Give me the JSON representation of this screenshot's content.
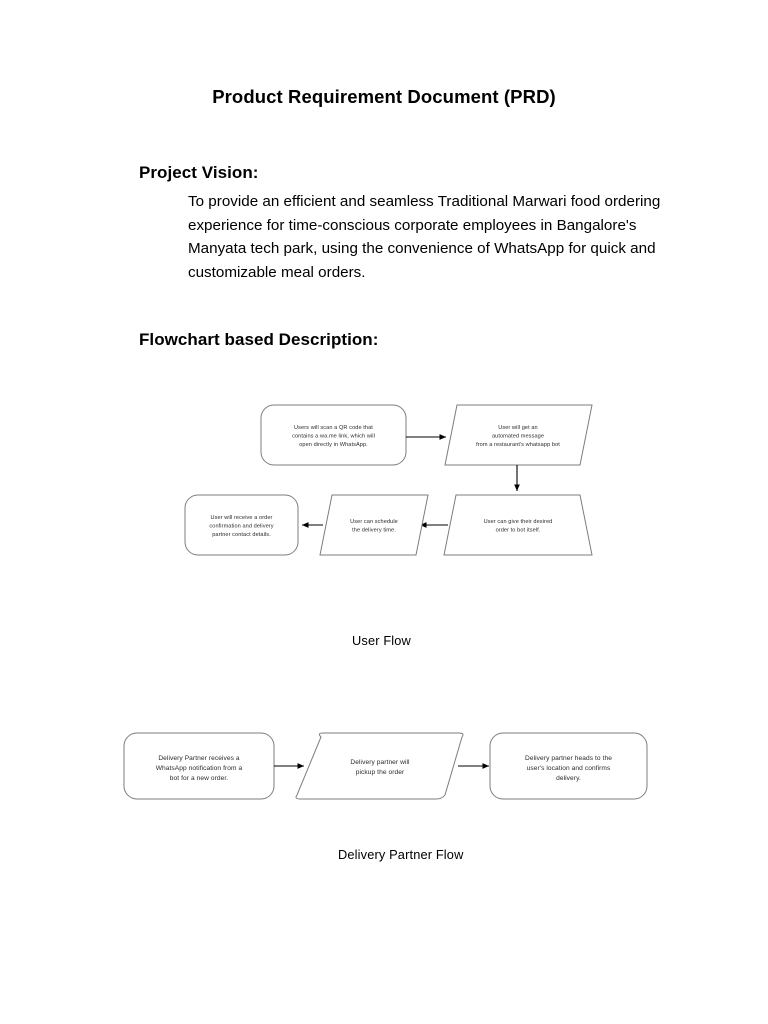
{
  "document": {
    "title": "Product Requirement Document (PRD)",
    "sections": {
      "vision": {
        "heading": "Project Vision:",
        "body": "To provide an efficient and seamless Traditional Marwari food ordering experience for time-conscious corporate employees in Bangalore's Manyata tech park, using the convenience of WhatsApp for quick and customizable meal orders."
      },
      "flowchart": {
        "heading": "Flowchart based Description:"
      }
    }
  },
  "flowcharts": [
    {
      "id": "user-flow",
      "caption": "User Flow",
      "nodes": [
        {
          "id": "scan-qr",
          "shape": "rounded-rectangle",
          "lines": [
            "Users will scan a QR code that",
            "contains a wa.me link, which will",
            "open directly in WhatsApp."
          ]
        },
        {
          "id": "automated-message",
          "shape": "parallelogram",
          "lines": [
            "User will get an",
            "automated message",
            "from a restaurant's whatsapp bot"
          ]
        },
        {
          "id": "give-order",
          "shape": "trapezoid",
          "lines": [
            "User can give their desired",
            "order to bot itself."
          ]
        },
        {
          "id": "schedule-delivery",
          "shape": "parallelogram",
          "lines": [
            "User can schedule",
            "the delivery time."
          ]
        },
        {
          "id": "order-confirmation",
          "shape": "rounded-rectangle",
          "lines": [
            "User will receive a order",
            "confirmation and delivery",
            "partner contact details."
          ]
        }
      ],
      "edges": [
        {
          "from": "scan-qr",
          "to": "automated-message",
          "direction": "right"
        },
        {
          "from": "automated-message",
          "to": "give-order",
          "direction": "down"
        },
        {
          "from": "give-order",
          "to": "schedule-delivery",
          "direction": "left"
        },
        {
          "from": "schedule-delivery",
          "to": "order-confirmation",
          "direction": "left"
        }
      ]
    },
    {
      "id": "delivery-partner-flow",
      "caption": "Delivery Partner Flow",
      "nodes": [
        {
          "id": "partner-notified",
          "shape": "rounded-rectangle",
          "lines": [
            "Delivery Partner receives a",
            "WhatsApp notification from a",
            "bot for a new order."
          ]
        },
        {
          "id": "partner-pickup",
          "shape": "rounded-parallelogram",
          "lines": [
            "Delivery partner will",
            "pickup the order"
          ]
        },
        {
          "id": "partner-delivers",
          "shape": "rounded-rectangle",
          "lines": [
            "Delivery partner heads to the",
            "user's location and confirms",
            "delivery."
          ]
        }
      ],
      "edges": [
        {
          "from": "partner-notified",
          "to": "partner-pickup",
          "direction": "right"
        },
        {
          "from": "partner-pickup",
          "to": "partner-delivers",
          "direction": "right"
        }
      ]
    }
  ],
  "colors": {
    "page_background": "#ffffff",
    "text": "#000000",
    "node_text": "#2a2a2a",
    "node_stroke": "#7d7d7d",
    "connector": "#000000"
  }
}
